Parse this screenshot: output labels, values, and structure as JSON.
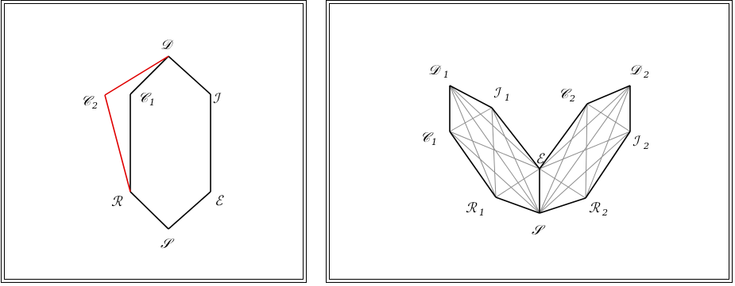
{
  "left_figure": {
    "labels": {
      "D": "𝒟",
      "C1": "𝒞",
      "C1_sub": "1",
      "C2": "𝒞",
      "C2_sub": "2",
      "I": "ℐ",
      "R": "ℛ",
      "E": "ℰ",
      "S": "𝒮"
    },
    "colors": {
      "edge": "#000000",
      "highlight": "#e00000"
    }
  },
  "right_figure": {
    "labels": {
      "D1": "𝒟",
      "D1_sub": "1",
      "I1": "ℐ",
      "I1_sub": "1",
      "C1": "𝒞",
      "C1_sub": "1",
      "E": "ℰ",
      "R1": "ℛ",
      "R1_sub": "1",
      "S": "𝒮",
      "C2": "𝒞",
      "C2_sub": "2",
      "D2": "𝒟",
      "D2_sub": "2",
      "I2": "ℐ",
      "I2_sub": "2",
      "R2": "ℛ",
      "R2_sub": "2"
    },
    "colors": {
      "edge": "#000000",
      "diagonal": "#8c8c8c"
    }
  }
}
